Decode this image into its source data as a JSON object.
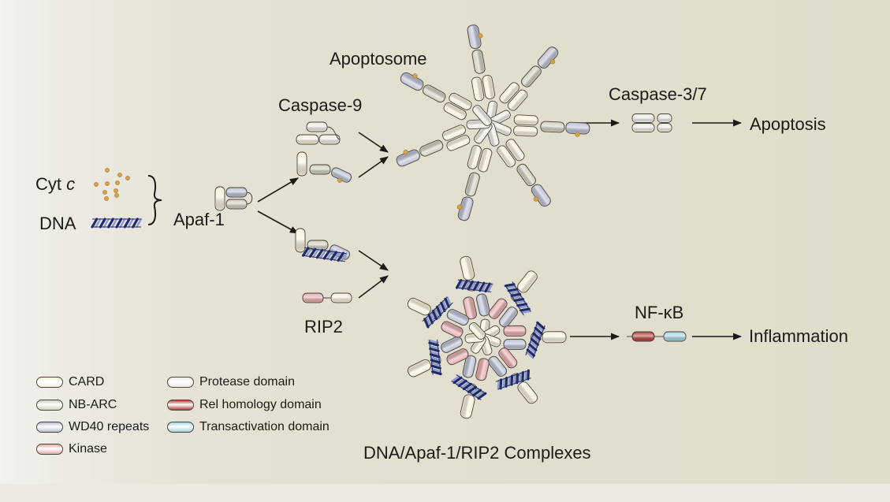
{
  "labels": {
    "apoptosome": "Apoptosome",
    "caspase9": "Caspase-9",
    "caspase37": "Caspase-3/7",
    "apoptosis": "Apoptosis",
    "cytc_prefix": "Cyt ",
    "cytc_italic": "c",
    "dna": "DNA",
    "apaf1": "Apaf-1",
    "rip2": "RIP2",
    "nfkb": "NF-κB",
    "inflammation": "Inflammation",
    "complexes": "DNA/Apaf-1/RIP2 Complexes"
  },
  "legend": [
    {
      "label": "CARD",
      "color": "#f4eed8",
      "name": "card"
    },
    {
      "label": "NB-ARC",
      "color": "#cfcfbf",
      "name": "nb-arc"
    },
    {
      "label": "WD40 repeats",
      "color": "#b7bccf",
      "name": "wd40"
    },
    {
      "label": "Kinase",
      "color": "#e3aaaa",
      "name": "kinase"
    },
    {
      "label": "Protease domain",
      "color": "#ecebe2",
      "name": "protease"
    },
    {
      "label": "Rel homology domain",
      "color": "#b23a34",
      "name": "rel-homology"
    },
    {
      "label": "Transactivation domain",
      "color": "#9fd0e0",
      "name": "transactivation"
    }
  ],
  "colors": {
    "card": "#f5efd8",
    "nbarc": "#cccdbb",
    "wd40": "#b8bdd2",
    "kinase": "#e5a9ab",
    "protease": "#ecebe3",
    "rel": "#b13a35",
    "trans": "#a2d2e2",
    "cytc": "#d6a24a",
    "dna_dark": "#1f2a6b",
    "dna_light": "#8f9cc8",
    "arrow": "#1c1a17",
    "outline": "#4a463d"
  }
}
